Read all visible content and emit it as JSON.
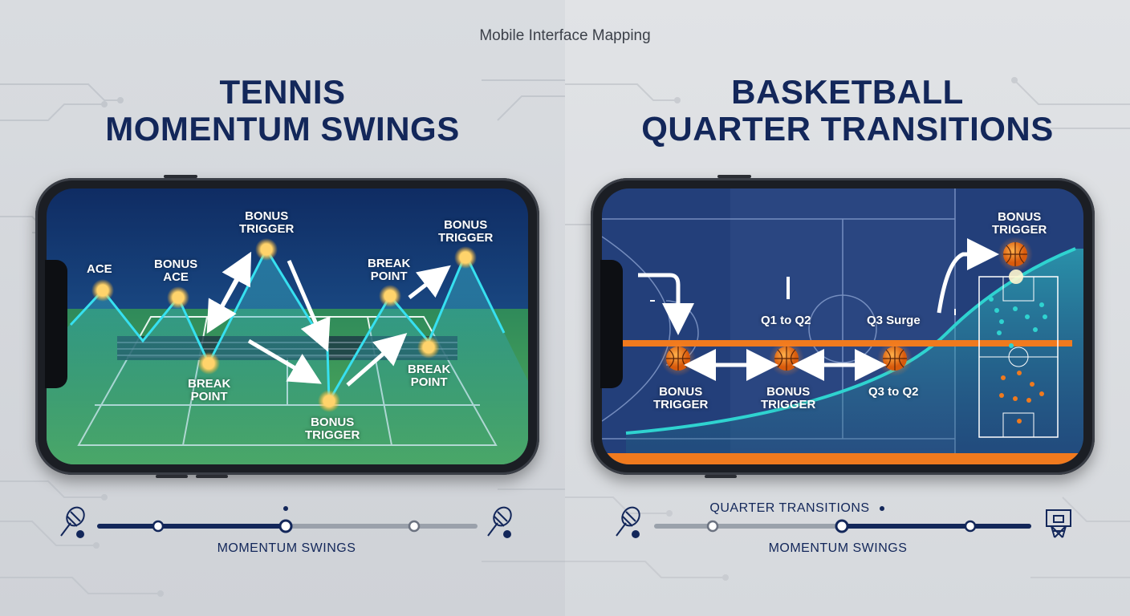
{
  "header": {
    "caption": "Mobile Interface Mapping"
  },
  "tennis": {
    "title_line1": "TENNIS",
    "title_line2": "MOMENTUM SWINGS",
    "labels": {
      "ace": "ACE",
      "bonus_ace_1": "BONUS",
      "bonus_ace_2": "ACE",
      "bonus_trigger_top_1": "BONUS",
      "bonus_trigger_top_2": "TRIGGER",
      "break_point_low_1": "BREAK",
      "break_point_low_2": "POINT",
      "bonus_trigger_bottom_1": "BONUS",
      "bonus_trigger_bottom_2": "TRIGGER",
      "break_point_high_1": "BREAK",
      "break_point_high_2": "POINT",
      "break_point_right_1": "BREAK",
      "break_point_right_2": "POINT",
      "bonus_trigger_right_1": "BONUS",
      "bonus_trigger_right_2": "TRIGGER"
    },
    "timeline_label": "MOMENTUM SWINGS"
  },
  "basketball": {
    "title_line1": "BASKETBALL",
    "title_line2": "QUARTER TRANSITIONS",
    "labels": {
      "bonus_trigger_top_1": "BONUS",
      "bonus_trigger_top_2": "TRIGGER",
      "q1_to_q2": "Q1 to Q2",
      "q3_surge": "Q3 Surge",
      "bonus_trigger_left_1": "BONUS",
      "bonus_trigger_left_2": "TRIGGER",
      "bonus_trigger_mid_1": "BONUS",
      "bonus_trigger_mid_2": "TRIGGER",
      "q3_to_q2": "Q3 to Q2"
    },
    "timeline_top_label": "QUARTER TRANSITIONS",
    "timeline_label": "MOMENTUM SWINGS"
  },
  "colors": {
    "navy": "#13275a",
    "glow": "#ffd36b",
    "teal": "#2fd3d0",
    "orange": "#f07a1e",
    "court_green": "#3f9a58"
  },
  "icons": [
    "tennis-racket-icon",
    "basketball-hoop-icon",
    "basketball-icon"
  ]
}
